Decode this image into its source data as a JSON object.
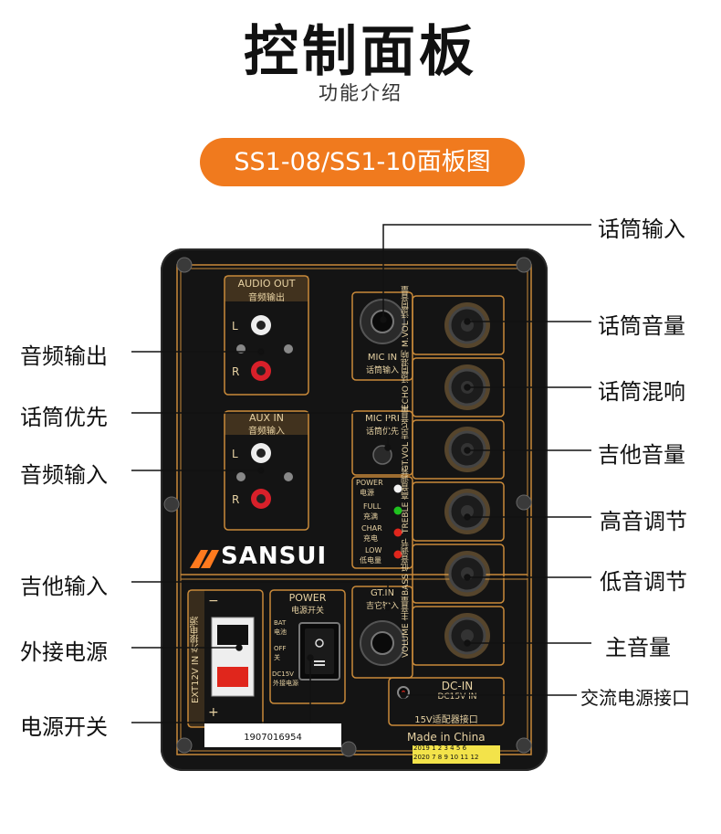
{
  "header": {
    "title": "控制面板",
    "subtitle": "功能介绍",
    "model_badge": "SS1-08/SS1-10面板图"
  },
  "callouts_left": [
    "音频输出",
    "话筒优先",
    "音频输入",
    "吉他输入",
    "外接电源",
    "电源开关"
  ],
  "callouts_right": [
    "话筒输入",
    "话筒音量",
    "话筒混响",
    "吉他音量",
    "高音调节",
    "低音调节",
    "主音量",
    "交流电源接口"
  ],
  "panel": {
    "audio_out": "AUDIO OUT",
    "audio_out_cn": "音频输出",
    "aux_in": "AUX IN",
    "aux_in_cn": "音频输入",
    "l": "L",
    "r": "R",
    "mic_in": "MIC  IN",
    "mic_in_cn": "话筒输入",
    "mic_pri": "MIC PRI",
    "mic_pri_cn": "话筒优先",
    "power_led": "POWER",
    "power_led_cn": "电源",
    "full": "FULL",
    "full_cn": "充满",
    "char": "CHAR",
    "char_cn": "充电",
    "low": "LOW",
    "low_cn": "低电量",
    "knobs": [
      {
        "en": "M.VOL",
        "cn": "话筒音量"
      },
      {
        "en": "ECHO",
        "cn": "话筒混响"
      },
      {
        "en": "GT.VOL",
        "cn": "吉它音量"
      },
      {
        "en": "TREBLE",
        "cn": "高音调节"
      },
      {
        "en": "BASS",
        "cn": "低音调节"
      },
      {
        "en": "VOLUME",
        "cn": "主音量"
      }
    ],
    "brand": "SANSUI",
    "power": "POWER",
    "power_cn": "电源开关",
    "bat": "BAT",
    "bat_cn": "电池",
    "off": "OFF",
    "off_cn": "关",
    "dc15v": "DC15V",
    "dc15v_cn": "外接电源",
    "ext": "EXT12V IN 外接电源",
    "minus": "−",
    "plus": "+",
    "gt_in": "GT.IN",
    "gt_in_cn": "吉它输入",
    "dc_in": "DC-IN",
    "dc_in_spec": "DC15V IN",
    "dc_in_cn": "15V适配器接口",
    "made_in": "Made in China",
    "barcode_number": "1907016954",
    "date_row1": [
      "2019",
      "1",
      "2",
      "3",
      "4",
      "5",
      "6"
    ],
    "date_row2": [
      "2020",
      "7",
      "8",
      "9",
      "10",
      "11",
      "12"
    ]
  },
  "colors": {
    "accent": "#f07a1e",
    "panel": "#141414",
    "trim": "#c98a3a",
    "text_on_panel": "#e7d2a3",
    "led_white": "#f2f2f2",
    "led_green": "#1fc21f",
    "led_red": "#e0261c"
  }
}
